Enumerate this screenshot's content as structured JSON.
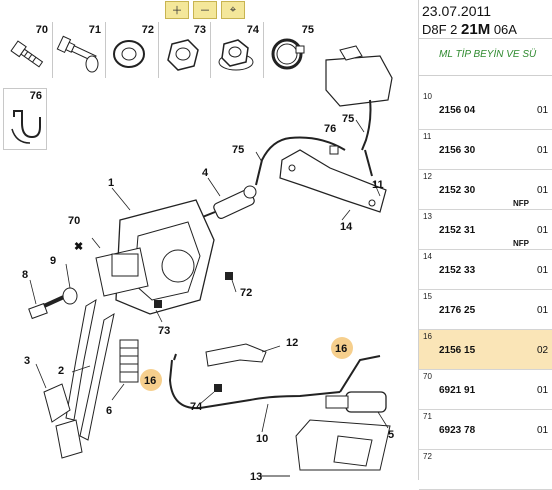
{
  "toolbar": {
    "zoom_in": "＋",
    "zoom_out": "－",
    "zoom_fit": "⌖"
  },
  "strip_parts": [
    "70",
    "71",
    "72",
    "73",
    "74",
    "75"
  ],
  "part76": "76",
  "callouts": {
    "c1": "1",
    "c2": "2",
    "c3": "3",
    "c4": "4",
    "c5": "5",
    "c6": "6",
    "c8": "8",
    "c9": "9",
    "c10": "10",
    "c11": "11",
    "c12": "12",
    "c13": "13",
    "c14": "14",
    "c16a": "16",
    "c16b": "16",
    "c70": "70",
    "c72": "72",
    "c73": "73",
    "c74": "74",
    "c75a": "75",
    "c75b": "75",
    "c76": "76"
  },
  "panel": {
    "date": "23.07.2011",
    "code_prefix": "D8F 2 ",
    "code_bold": "21M",
    "code_suffix": " 06A",
    "title": "ML TİP BEYİN VE SÜ"
  },
  "rows": [
    {
      "ix": "10",
      "ref": "2156 04",
      "nfp": "",
      "qty": "01"
    },
    {
      "ix": "11",
      "ref": "2156 30",
      "nfp": "",
      "qty": "01"
    },
    {
      "ix": "12",
      "ref": "2152 30",
      "nfp": "NFP",
      "qty": "01"
    },
    {
      "ix": "13",
      "ref": "2152 31",
      "nfp": "NFP",
      "qty": "01"
    },
    {
      "ix": "14",
      "ref": "2152 33",
      "nfp": "",
      "qty": "01"
    },
    {
      "ix": "15",
      "ref": "2176 25",
      "nfp": "",
      "qty": "01"
    },
    {
      "ix": "16",
      "ref": "2156 15",
      "nfp": "",
      "qty": "02"
    },
    {
      "ix": "70",
      "ref": "6921 91",
      "nfp": "",
      "qty": "01"
    },
    {
      "ix": "71",
      "ref": "6923 78",
      "nfp": "",
      "qty": "01"
    },
    {
      "ix": "72",
      "ref": "",
      "nfp": "",
      "qty": ""
    }
  ],
  "selected_row": "16",
  "colors": {
    "highlight": "#f6cf8d",
    "selected_row": "#fae5b7",
    "title_green": "#2f8a2f",
    "toolbar_yellow": "#f4e79a"
  }
}
